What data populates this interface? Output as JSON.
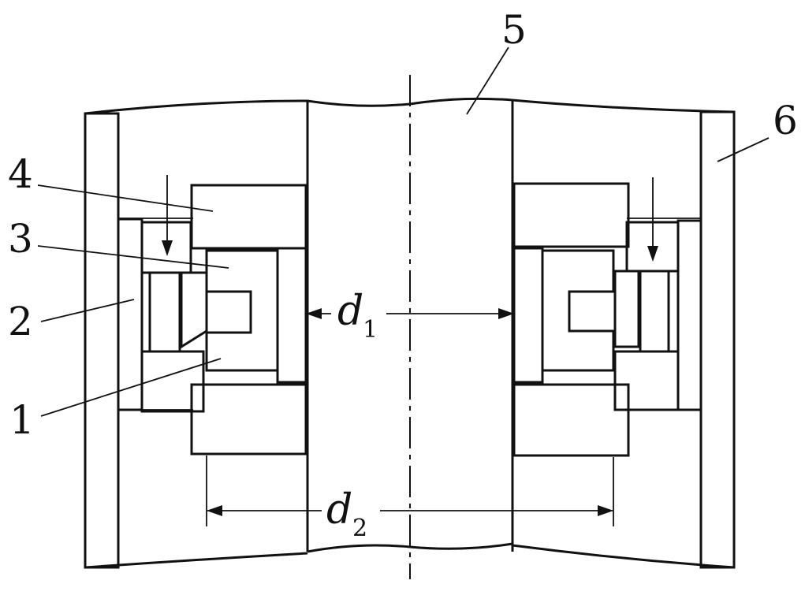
{
  "labels": {
    "part_1": "1",
    "part_2": "2",
    "part_3": "3",
    "part_4": "4",
    "part_5": "5",
    "part_6": "6"
  },
  "dimensions": {
    "d1_symbol": "d",
    "d1_subscript": "1",
    "d2_symbol": "d",
    "d2_subscript": "2"
  }
}
